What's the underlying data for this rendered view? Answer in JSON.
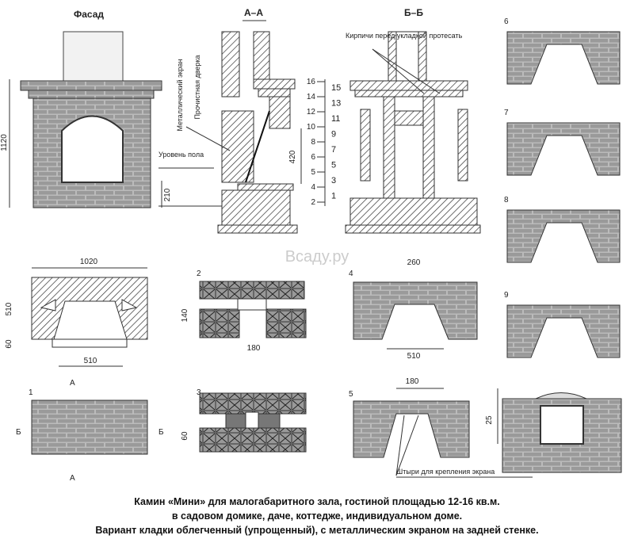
{
  "titles": {
    "facade": "Фасад",
    "section_aa": "А–А",
    "section_bb": "Б–Б"
  },
  "labels": {
    "metal_screen": "Металлический экран",
    "cleaning_door": "Прочистная дверка",
    "floor_level": "Уровень пола",
    "bricks_hew": "Кирпичи перед укладкой протесать",
    "screen_pins": "Штыри для крепления экрана"
  },
  "dimensions": {
    "height_total": "1120",
    "height_base": "210",
    "firebox_height": "420",
    "plan_width": "1020",
    "plan_depth": "510",
    "plan_step": "60",
    "plan_opening": "510",
    "row2_depth": "140",
    "row2_width": "180",
    "row4_width": "260",
    "row4_opening": "510",
    "row3_depth": "60",
    "row5_width": "180",
    "facade_detail": "25"
  },
  "row_scale_left": [
    "16",
    "14",
    "12",
    "10",
    "8",
    "6",
    "5",
    "4",
    "2"
  ],
  "row_scale_right": [
    "15",
    "13",
    "11",
    "9",
    "7",
    "5",
    "3",
    "1"
  ],
  "plan_numbers": [
    "1",
    "2",
    "3",
    "4",
    "5",
    "6",
    "7",
    "8",
    "9"
  ],
  "section_marks": {
    "a": "А",
    "b": "Б"
  },
  "watermark": "Всаду.ру",
  "caption": [
    "Камин «Мини» для малогабаритного зала, гостиной площадью 12-16 кв.м.",
    "в садовом домике, даче, коттедже,  индивидуальном доме.",
    "Вариант кладки облегченный (упрощенный), с металлическим экраном на задней стенке."
  ]
}
